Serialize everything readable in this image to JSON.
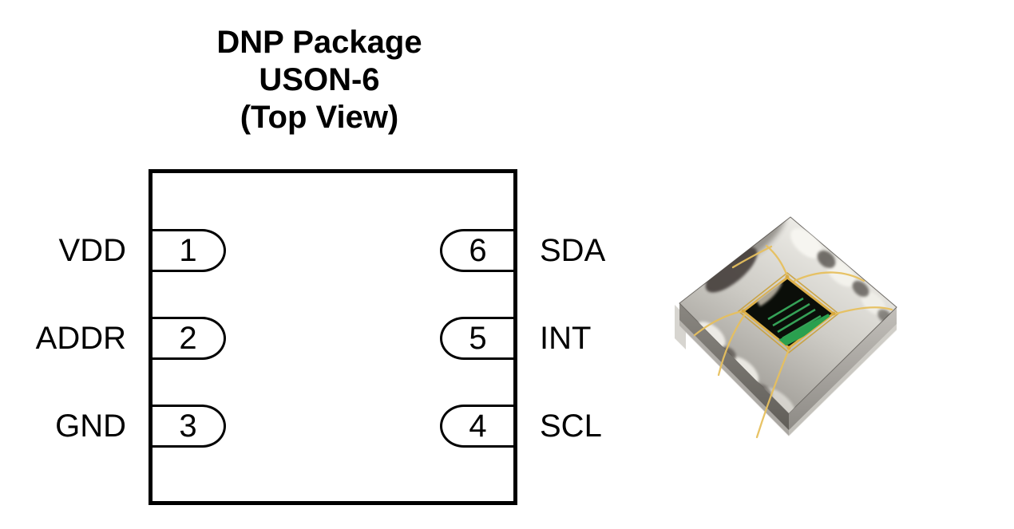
{
  "figure": {
    "title_lines": [
      "DNP Package",
      "USON-6",
      "(Top View)"
    ],
    "pins": {
      "left": [
        {
          "number": "1",
          "name": "VDD"
        },
        {
          "number": "2",
          "name": "ADDR"
        },
        {
          "number": "3",
          "name": "GND"
        }
      ],
      "right": [
        {
          "number": "6",
          "name": "SDA"
        },
        {
          "number": "5",
          "name": "INT"
        },
        {
          "number": "4",
          "name": "SCL"
        }
      ]
    },
    "colors": {
      "diagram_outline": "#000000",
      "background": "#ffffff",
      "die_green": "#2aa04f",
      "die_black": "#0b0e09",
      "bond_wire_gold": "#e7c05e",
      "package_body_silver": "#c9c7c1"
    },
    "photo_name": "uson6-package-3d-photo"
  }
}
